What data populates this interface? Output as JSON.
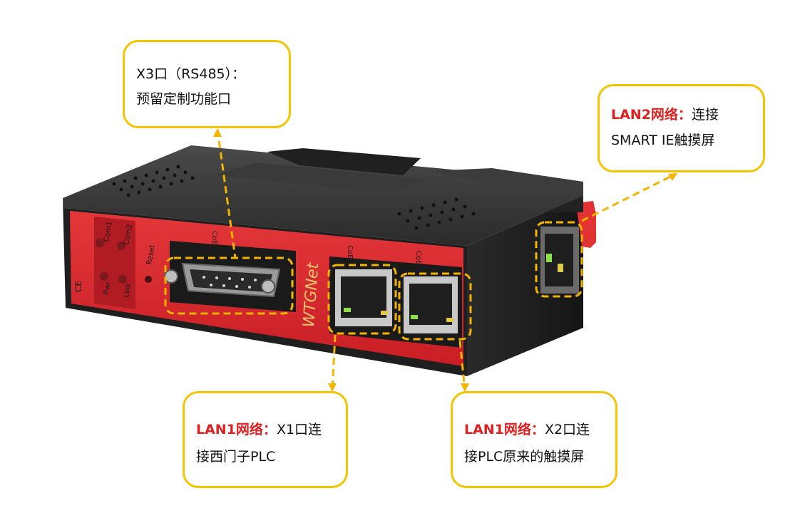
{
  "device": {
    "brand": "WTGNet",
    "led_labels": [
      "Com1",
      "Com2",
      "Pwr",
      "Link"
    ],
    "reset_label": "Reset",
    "ce_mark": "CE",
    "port_labels": [
      "CoE3",
      "CoE1",
      "CoE2"
    ]
  },
  "callouts": {
    "x3": {
      "line1": "X3口（RS485）：",
      "line2": "预留定制功能口"
    },
    "lan2": {
      "highlight": "LAN2网络：",
      "line1_rest": "连接",
      "line2": "SMART IE触摸屏"
    },
    "lan1_x1": {
      "highlight": "LAN1网络：",
      "line1_rest": "X1口连",
      "line2": "接西门子PLC"
    },
    "lan1_x2": {
      "highlight": "LAN1网络：",
      "line1_rest": "X2口连",
      "line2": "接PLC原来的触摸屏"
    }
  },
  "colors": {
    "callout_border": "#f4c400",
    "highlight_text": "#e02020",
    "device_body": "#2a2a2a",
    "device_panel": "#d8242a",
    "dashed_leader": "#f4b400"
  }
}
